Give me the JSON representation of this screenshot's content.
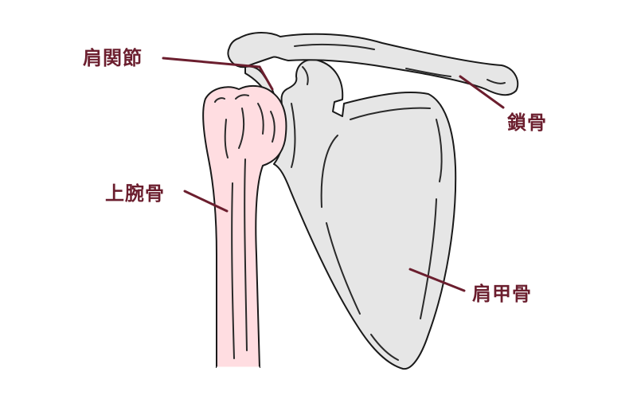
{
  "labels": {
    "shoulder_joint": "肩関節",
    "clavicle": "鎖骨",
    "humerus": "上腕骨",
    "scapula": "肩甲骨"
  },
  "colors": {
    "label_text": "#6b1e2e",
    "leader_line": "#6b1e2e",
    "humerus_fill": "#ffdde1",
    "bone_fill": "#e6e6e6",
    "outline": "#1a1a1a"
  }
}
